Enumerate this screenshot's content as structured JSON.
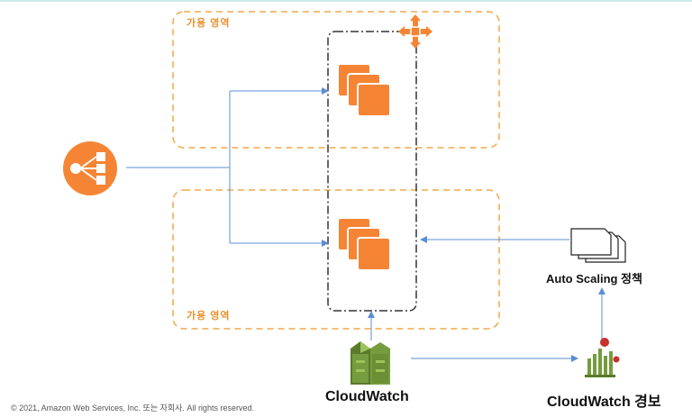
{
  "availability_zones": [
    {
      "label": "가용 영역"
    },
    {
      "label": "가용 영역"
    }
  ],
  "labels": {
    "cloudwatch": "CloudWatch",
    "cloudwatch_alarm": "CloudWatch 경보",
    "autoscaling_policy": "Auto Scaling 정책"
  },
  "copyright": "© 2021, Amazon Web Services, Inc. 또는 자회사. All rights reserved.",
  "icons": [
    "load-balancer-icon",
    "ec2-instances-icon",
    "auto-scaling-icon",
    "cloudwatch-icon",
    "cloudwatch-alarm-icon",
    "policy-documents-icon"
  ],
  "colors": {
    "zone_border": "#f0a94a",
    "zone_label": "#e8912c",
    "arrow": "#5b8ed6",
    "aws_orange": "#f58534",
    "cloudwatch_green": "#759c3e"
  }
}
